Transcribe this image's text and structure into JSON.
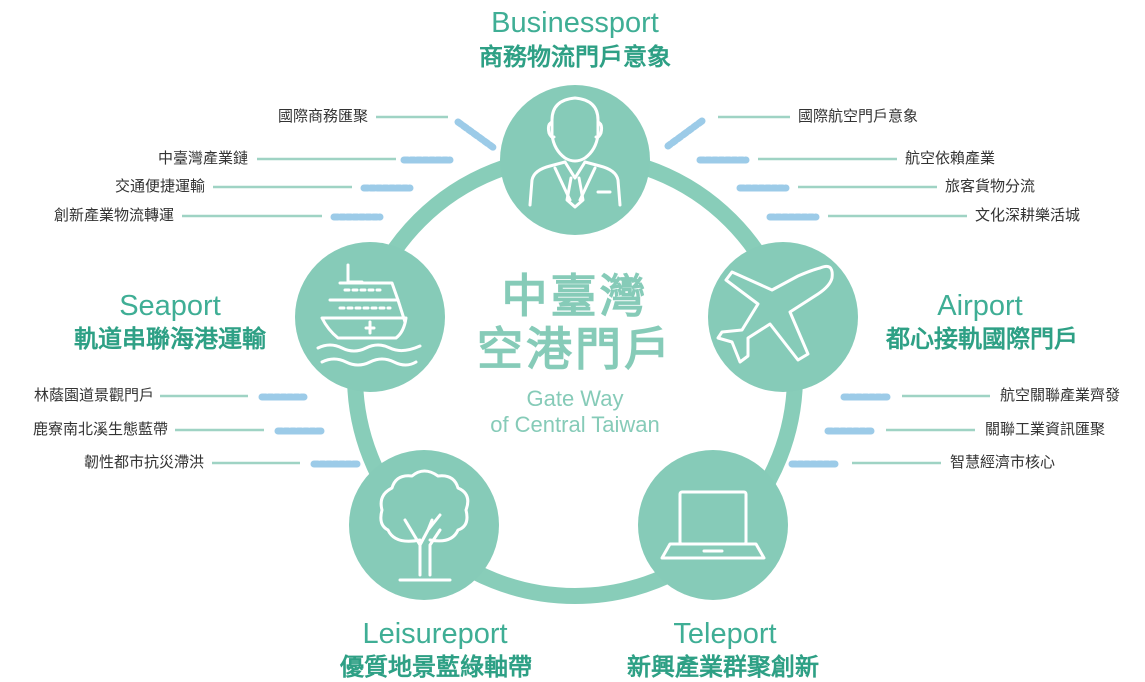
{
  "center": {
    "title_line1": "中臺灣",
    "title_line2": "空港門戶",
    "subtitle_line1": "Gate Way",
    "subtitle_line2": "of Central Taiwan"
  },
  "nodes": {
    "businessport": {
      "en": "Businessport",
      "zh": "商務物流門戶意象",
      "icon": "businessman-icon",
      "features_left": [
        "國際商務匯聚",
        "中臺灣產業鏈",
        "交通便捷運輸",
        "創新產業物流轉運"
      ],
      "features_right": [
        "國際航空門戶意象",
        "航空依賴產業",
        "旅客貨物分流",
        "文化深耕樂活城"
      ]
    },
    "seaport": {
      "en": "Seaport",
      "zh": "軌道串聯海港運輸",
      "icon": "ship-icon",
      "features": [
        "林蔭園道景觀門戶",
        "鹿寮南北溪生態藍帶",
        "韌性都市抗災滯洪"
      ]
    },
    "airport": {
      "en": "Airport",
      "zh": "都心接軌國際門戶",
      "icon": "airplane-icon",
      "features": [
        "航空關聯產業齊發",
        "關聯工業資訊匯聚",
        "智慧經濟市核心"
      ]
    },
    "leisureport": {
      "en": "Leisureport",
      "zh": "優質地景藍綠軸帶",
      "icon": "tree-icon"
    },
    "teleport": {
      "en": "Teleport",
      "zh": "新興產業群聚創新",
      "icon": "laptop-icon"
    }
  },
  "colors": {
    "ring": "#88cdb9",
    "circle_fill": "#86cbb8",
    "title_green": "#2ea085",
    "en_green": "#3fae95",
    "dots_blue": "#9ccbe8",
    "connector_line": "#9fd3c4",
    "feature_text": "#333333"
  }
}
